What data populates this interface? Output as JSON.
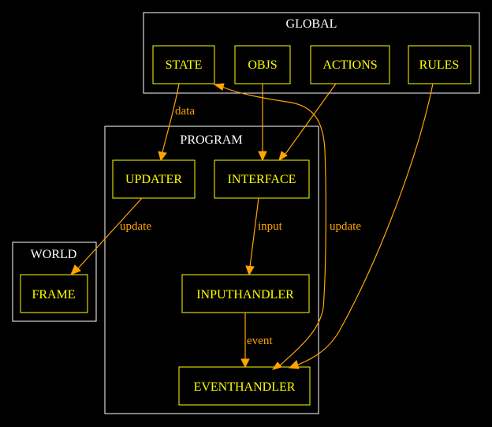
{
  "colors": {
    "background": "#000000",
    "cluster_border": "#ffffff",
    "node": "#ffff00",
    "edge": "#ffa500"
  },
  "clusters": {
    "global": "GLOBAL",
    "program": "PROGRAM",
    "world": "WORLD"
  },
  "nodes": {
    "state": "STATE",
    "objs": "OBJS",
    "actions": "ACTIONS",
    "rules": "RULES",
    "updater": "UPDATER",
    "interface": "INTERFACE",
    "inputhandler": "INPUTHANDLER",
    "eventhandler": "EVENTHANDLER",
    "frame": "FRAME"
  },
  "edges": {
    "state_to_updater": "data",
    "updater_to_frame": "update",
    "interface_to_inputhandler": "input",
    "inputhandler_to_eventhandler": "event",
    "eventhandler_to_state": "update"
  }
}
